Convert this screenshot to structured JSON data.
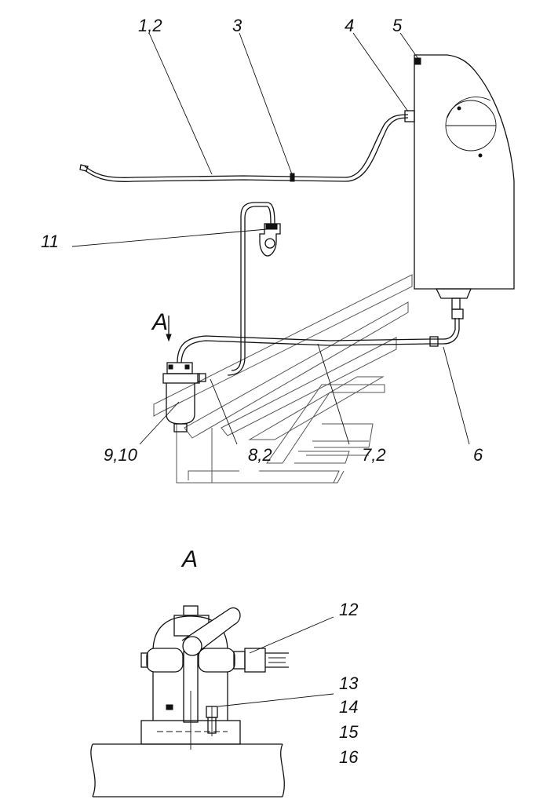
{
  "callouts": {
    "c12": "1,2",
    "c3": "3",
    "c4": "4",
    "c5": "5",
    "c11": "11",
    "c910": "9,10",
    "c82": "8,2",
    "c72": "7,2",
    "c6": "6",
    "c12b": "12",
    "c13": "13",
    "c14": "14",
    "c15": "15",
    "c16": "16"
  },
  "view": {
    "arrow_label": "A",
    "detail_title": "A"
  }
}
